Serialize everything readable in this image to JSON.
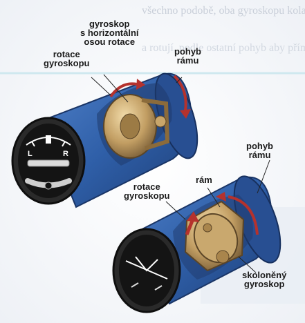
{
  "background_text": {
    "line1": "všechno podobě, oba gyroskopu kola nebo do tak",
    "line2": "a rotují, podle ostatní pohyb aby přímo výsledek"
  },
  "top_instrument": {
    "labels": {
      "gyro_horizontal_axis": "gyroskop\ns horizontální\nosou rotace",
      "frame_motion": "pohyb\nrámu",
      "gyro_rotation": "rotace\ngyroskopu"
    },
    "dial_letters": {
      "left": "L",
      "right": "R"
    }
  },
  "bottom_instrument": {
    "labels": {
      "frame_motion": "pohyb\nrámu",
      "frame": "rám",
      "gyro_rotation": "rotace\ngyroskopu",
      "tilted_gyro": "skoloněný\ngyroskop"
    }
  },
  "colors": {
    "cylinder_blue": "#2f5fa8",
    "gyro_gold": "#b8955a",
    "arrow_red": "#b5322d",
    "dial_black": "#141414"
  }
}
